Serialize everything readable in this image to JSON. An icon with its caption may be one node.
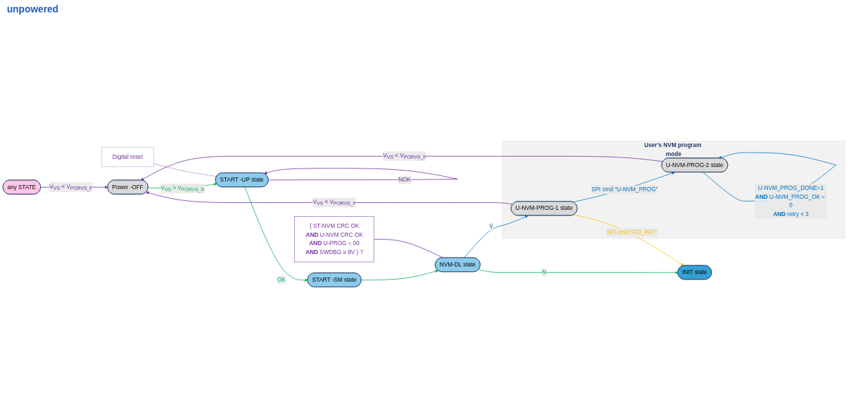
{
  "diagram": {
    "nodes": [
      {
        "text": [
          "Power -OFF"
        ]
      },
      {
        "text": [
          "START -UP state"
        ]
      },
      {
        "text": [
          "START -SM state"
        ]
      },
      {
        "text": [
          "NVM-DL state"
        ]
      },
      {
        "text": [
          "INIT state"
        ]
      },
      {
        "text": [
          "any STATE"
        ]
      },
      {
        "text": [
          "User’s NVM program mode"
        ]
      },
      {
        "text": [
          "U-NVM-PROG-1 state"
        ],
        "in": 6
      },
      {
        "text": [
          "U-NVM-PROG-2 state"
        ],
        "in": 6
      },
      {
        "text": [
          "( ST-NVM CRC OK **AND** U-NVM CRC OK **AND** U-PROG = 00 **AND** SWDBG ≥ 8V ) ?"
        ]
      },
      {
        "text": [
          "Digital reset"
        ]
      }
    ],
    "edges": [
      {
        "from": 0,
        "to": 1,
        "arrow": "to",
        "label": "V$_{VS}$ > V$_{PORVS_R}$",
        "color": "#00b050"
      },
      {
        "from": 1,
        "to": 1,
        "arrow": "to",
        "label": "NOK",
        "color": "#7030a0"
      },
      {
        "from": 1,
        "to": 2,
        "arrow": "to",
        "label": "OK",
        "color": "#00b050"
      },
      {
        "from": 2,
        "to": 3,
        "arrow": "to",
        "color": "#00b050"
      },
      {
        "from": 3,
        "to": 4,
        "arrow": "to",
        "label": "N",
        "color": "#00b050"
      },
      {
        "from": 3,
        "to": 7,
        "arrow": "to",
        "label": "Y",
        "color": "#0070c0"
      },
      {
        "from": 5,
        "to": 0,
        "arrow": "to",
        "label": "V$_{VS}$ < V$_{PORVS_F}$",
        "color": "#7030a0"
      },
      {
        "from": 7,
        "to": 4,
        "arrow": "to",
        "label": "SPI cmd “GO_INIT”",
        "color": "#ffc000"
      },
      {
        "from": 7,
        "to": 8,
        "arrow": "to",
        "label": "SPI cmd “U-NVM_PROG”",
        "color": "#0070c0"
      },
      {
        "from": 7,
        "to": 0,
        "arrow": "to",
        "label": "V$_{VS}$ < V$_{PORVS_F}$",
        "color": "#7030a0"
      },
      {
        "from": 8,
        "to": 0,
        "arrow": "to",
        "label": "V$_{VS}$ < V$_{PORVS_F}$",
        "color": "#7030a0"
      },
      {
        "from": 8,
        "to": 8,
        "arrow": "to",
        "label": "U-NVM_PROG_DONE=1 **AND** U-NVM_PROG_OK = 0 **AND** retry < 3",
        "color": "#0070c0"
      },
      {
        "from": 9,
        "to": 3,
        "arrow": "none",
        "color": "#7030a0"
      },
      {
        "from": 10,
        "to": 1,
        "arrow": "none",
        "style": "dashed",
        "color": "#7030a0"
      }
    ],
    "labels": [
      "unpowered"
    ]
  }
}
